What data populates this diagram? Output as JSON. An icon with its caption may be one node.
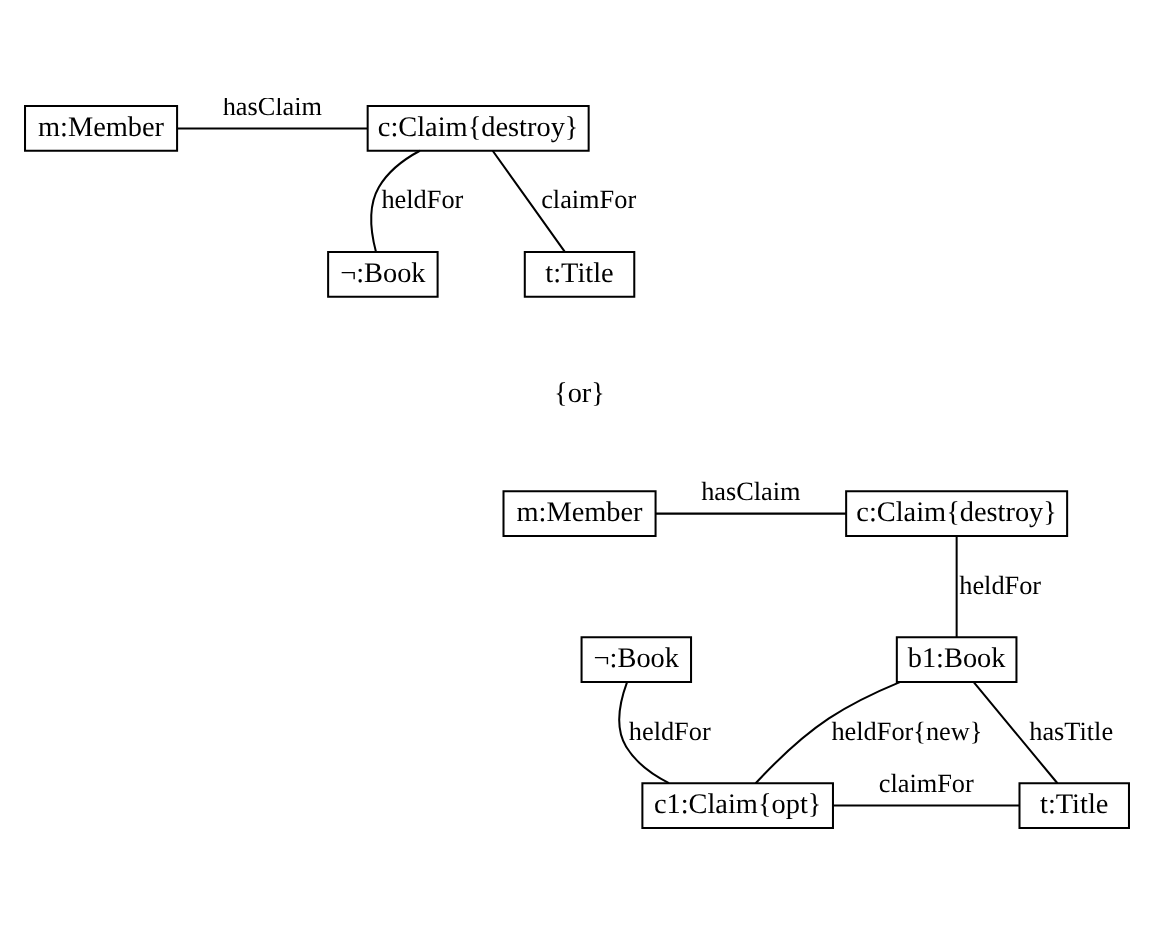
{
  "diagram": {
    "nodes": [
      {
        "text": [
          "m:Member"
        ]
      },
      {
        "text": [
          "c:Claim{destroy}"
        ]
      },
      {
        "text": [
          "¬:Book"
        ]
      },
      {
        "text": [
          "t:Title"
        ]
      },
      {
        "text": [
          "m:Member"
        ]
      },
      {
        "text": [
          "c:Claim{destroy}"
        ]
      },
      {
        "text": [
          "¬:Book"
        ]
      },
      {
        "text": [
          "b1:Book"
        ]
      },
      {
        "text": [
          "c1:Claim{opt}"
        ]
      },
      {
        "text": [
          "t:Title"
        ]
      }
    ],
    "edges": [
      {
        "from": 0,
        "to": 1,
        "arrow": "none",
        "label": "hasClaim"
      },
      {
        "from": 1,
        "to": 2,
        "arrow": "none",
        "label": "heldFor"
      },
      {
        "from": 1,
        "to": 3,
        "arrow": "none",
        "label": "claimFor"
      },
      {
        "from": 4,
        "to": 5,
        "arrow": "none",
        "label": "hasClaim"
      },
      {
        "from": 5,
        "to": 7,
        "arrow": "none",
        "label": "heldFor"
      },
      {
        "from": 6,
        "to": 8,
        "arrow": "none",
        "label": "heldFor"
      },
      {
        "from": 8,
        "to": 7,
        "arrow": "none",
        "label": "heldFor{new}"
      },
      {
        "from": 7,
        "to": 9,
        "arrow": "none",
        "label": "hasTitle"
      },
      {
        "from": 8,
        "to": 9,
        "arrow": "none",
        "label": "claimFor"
      }
    ],
    "labels": [
      "{or}"
    ]
  }
}
